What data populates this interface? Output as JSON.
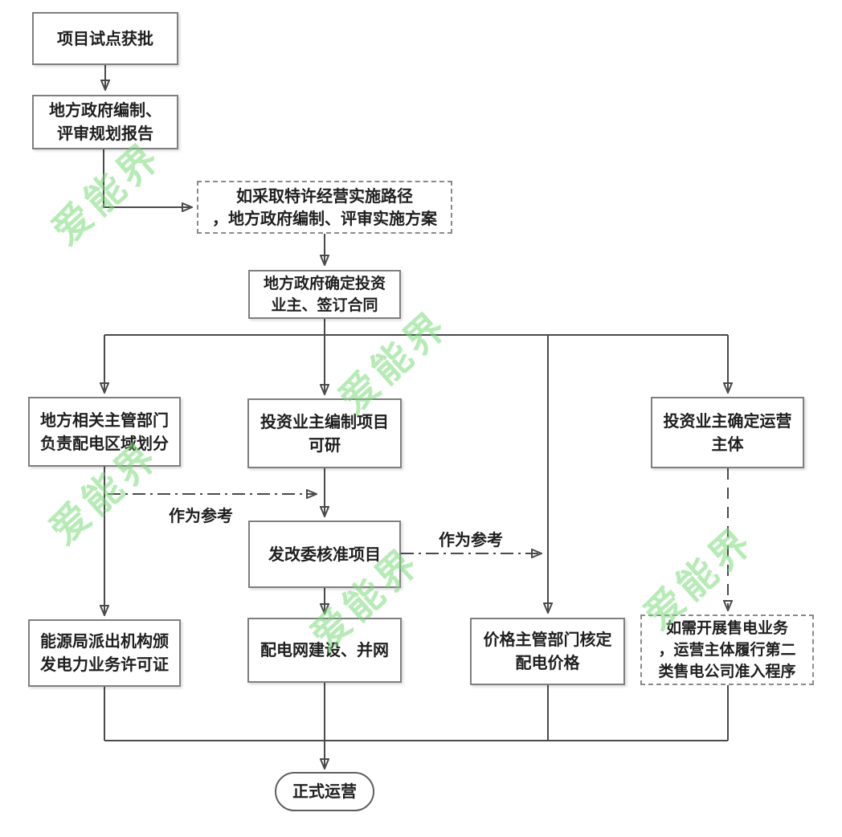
{
  "diagram": {
    "type": "flowchart",
    "language": "zh-CN",
    "colors": {
      "background": "#ffffff",
      "box_border": "#7f7f7f",
      "line": "#4a4a4a",
      "text": "#1f1f1f",
      "watermark_green": "#7bdb7b"
    }
  },
  "nodes": {
    "pilot": "项目试点获批",
    "planning": "地方政府编制、\n评审规划报告",
    "franchise": "如采取特许经营实施路径\n，地方政府编制、评审实施方案",
    "investor": "地方政府确定投资\n业主、签订合同",
    "zoning": "地方相关主管部门\n负责配电区域划分",
    "feasibility": "投资业主编制项目\n可研",
    "operator": "投资业主确定运营\n主体",
    "ndrc": "发改委核准项目",
    "license": "能源局派出机构颁\n发电力业务许可证",
    "construction": "配电网建设、并网",
    "pricing": "价格主管部门核定\n配电价格",
    "retail": "如需开展售电业务\n，运营主体履行第二\n类售电公司准入程序",
    "operation": "正式运营"
  },
  "edge_labels": {
    "left": "作为参考",
    "right": "作为参考"
  },
  "watermark": {
    "text": "爱能界"
  }
}
